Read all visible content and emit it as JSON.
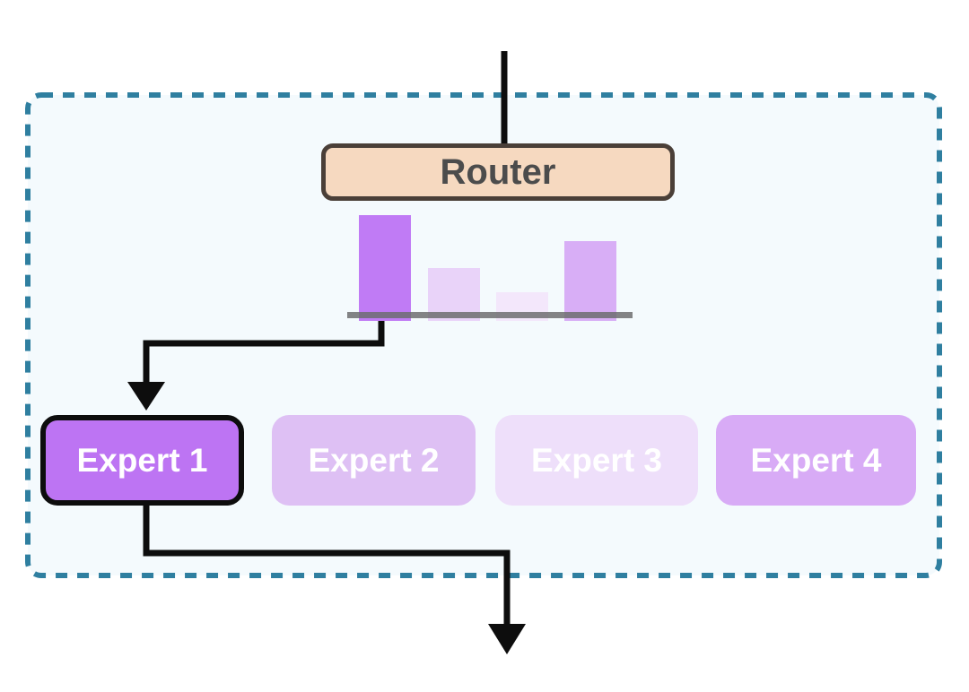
{
  "panel": {
    "fill": "#f4fafd",
    "border_color": "#2f7fa0"
  },
  "router": {
    "label": "Router",
    "fill": "#f6d9c0",
    "border_color": "#4a3f38",
    "text_color": "#4c4c4c"
  },
  "chart_data": {
    "type": "bar",
    "categories": [
      "Expert 1",
      "Expert 2",
      "Expert 3",
      "Expert 4"
    ],
    "values": [
      0.4,
      0.2,
      0.11,
      0.3
    ],
    "colors": [
      "#c07bf5",
      "#e9d3f9",
      "#f3e7fb",
      "#d8aef6"
    ],
    "title": "",
    "xlabel": "",
    "ylabel": "",
    "ylim": [
      0,
      0.45
    ],
    "grid": false,
    "legend": false,
    "baseline_color": "#6d6d70"
  },
  "experts": [
    {
      "label": "Expert 1",
      "fill": "#bd74f3",
      "selected": true
    },
    {
      "label": "Expert 2",
      "fill": "#dec0f4",
      "selected": false
    },
    {
      "label": "Expert 3",
      "fill": "#eedffa",
      "selected": false
    },
    {
      "label": "Expert 4",
      "fill": "#d8abf6",
      "selected": false
    }
  ],
  "arrows": {
    "color": "#0d0d0d"
  }
}
